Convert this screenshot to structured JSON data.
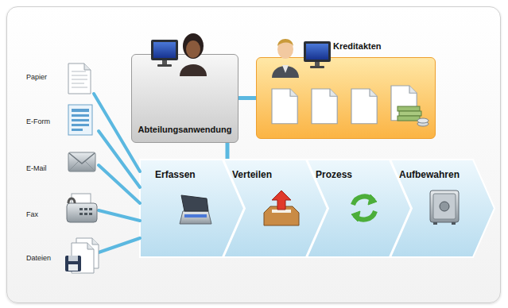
{
  "diagram": {
    "nodes": [
      {
        "text": [
          "Abteilungsanwendung"
        ]
      },
      {
        "text": [
          "Kreditakten"
        ]
      },
      {
        "text": [
          "Erfassen"
        ]
      },
      {
        "text": [
          "Verteilen"
        ]
      },
      {
        "text": [
          "Prozess"
        ]
      },
      {
        "text": [
          "Aufbewahren"
        ]
      }
    ],
    "edges": [
      {
        "from": 0,
        "to": 1,
        "arrow": "none"
      },
      {
        "from": 0,
        "to": 2,
        "arrow": "none"
      }
    ],
    "labels": [
      "Papier",
      "E-Form",
      "E-Mail",
      "Fax",
      "Dateien"
    ]
  }
}
